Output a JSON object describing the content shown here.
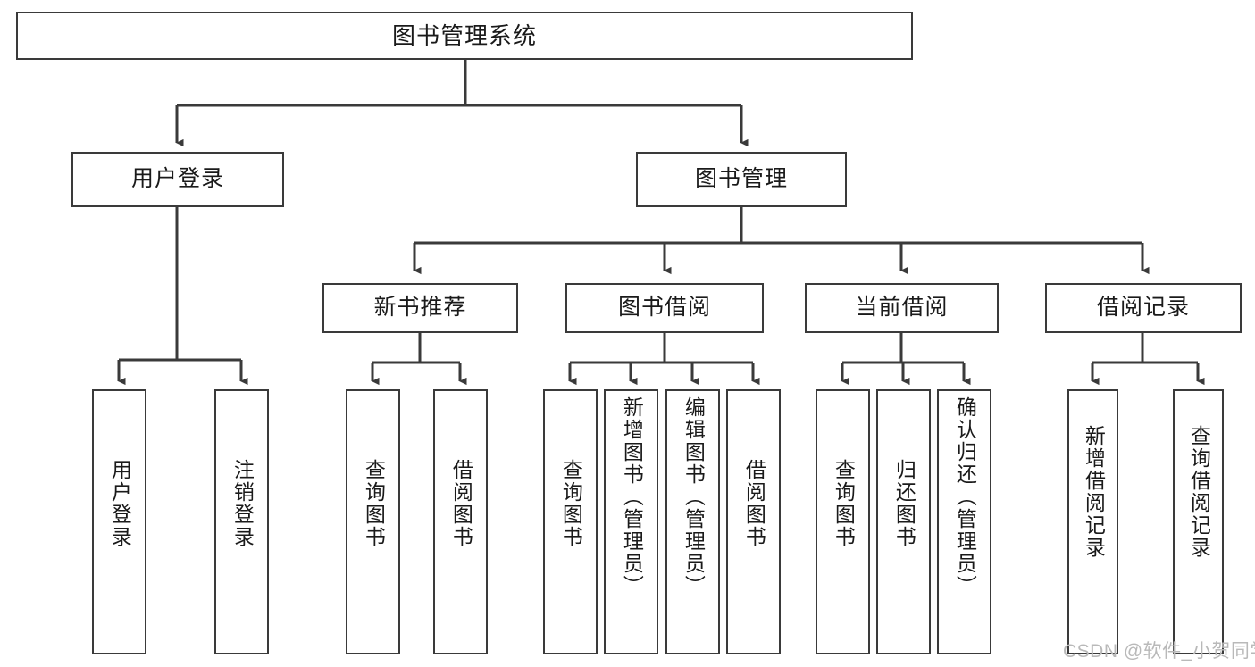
{
  "diagram": {
    "type": "tree-hierarchy-chart",
    "title": "图书管理系统",
    "watermark": "CSDN @软件_小贺同学",
    "stroke_color": "#3a3a3a",
    "background_color": "#ffffff",
    "text_color": "#1a1a1a",
    "nodes": {
      "root": {
        "label": "图书管理系统"
      },
      "level2": [
        {
          "label": "用户登录"
        },
        {
          "label": "图书管理"
        }
      ],
      "level3": [
        {
          "label": "新书推荐"
        },
        {
          "label": "图书借阅"
        },
        {
          "label": "当前借阅"
        },
        {
          "label": "借阅记录"
        }
      ],
      "leaves": {
        "user_login": [
          {
            "label": "用户登录"
          },
          {
            "label": "注销登录"
          }
        ],
        "new_book_recommend": [
          {
            "label": "查询图书"
          },
          {
            "label": "借阅图书"
          }
        ],
        "book_borrow": [
          {
            "label": "查询图书"
          },
          {
            "label": "新增图书（管理员）"
          },
          {
            "label": "编辑图书（管理员）"
          },
          {
            "label": "借阅图书"
          }
        ],
        "current_borrow": [
          {
            "label": "查询图书"
          },
          {
            "label": "归还图书"
          },
          {
            "label": "确认归还（管理员）"
          }
        ],
        "borrow_record": [
          {
            "label": "新增借阅记录"
          },
          {
            "label": "查询借阅记录"
          }
        ]
      }
    }
  }
}
